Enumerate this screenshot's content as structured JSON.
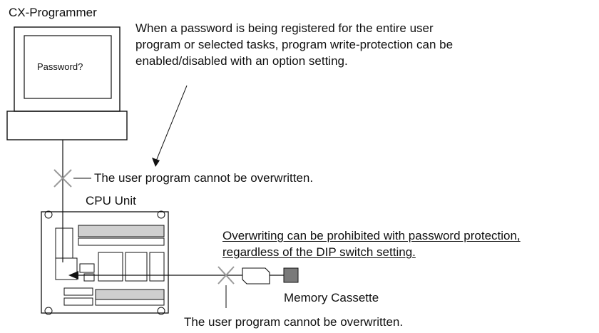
{
  "labels": {
    "cx_programmer": "CX-Programmer",
    "screen_prompt": "Password?",
    "password_note_line1": "When a password is being registered for the entire user",
    "password_note_line2": "program or selected tasks, program write-protection can be",
    "password_note_line3": "enabled/disabled with an option setting.",
    "cannot_overwrite_top": "The user program cannot be overwritten.",
    "cpu_unit": "CPU Unit",
    "protection_note_line1": "Overwriting can be prohibited with password protection,",
    "protection_note_line2": "regardless of the DIP switch setting.",
    "memory_cassette": "Memory Cassette",
    "cannot_overwrite_bottom": "The user program cannot be overwritten."
  },
  "colors": {
    "line": "#111111",
    "blocked_cross": "#9a9a9a",
    "cassette_fill": "#7a7a7a",
    "terminal_fill": "#cfcfcf"
  }
}
